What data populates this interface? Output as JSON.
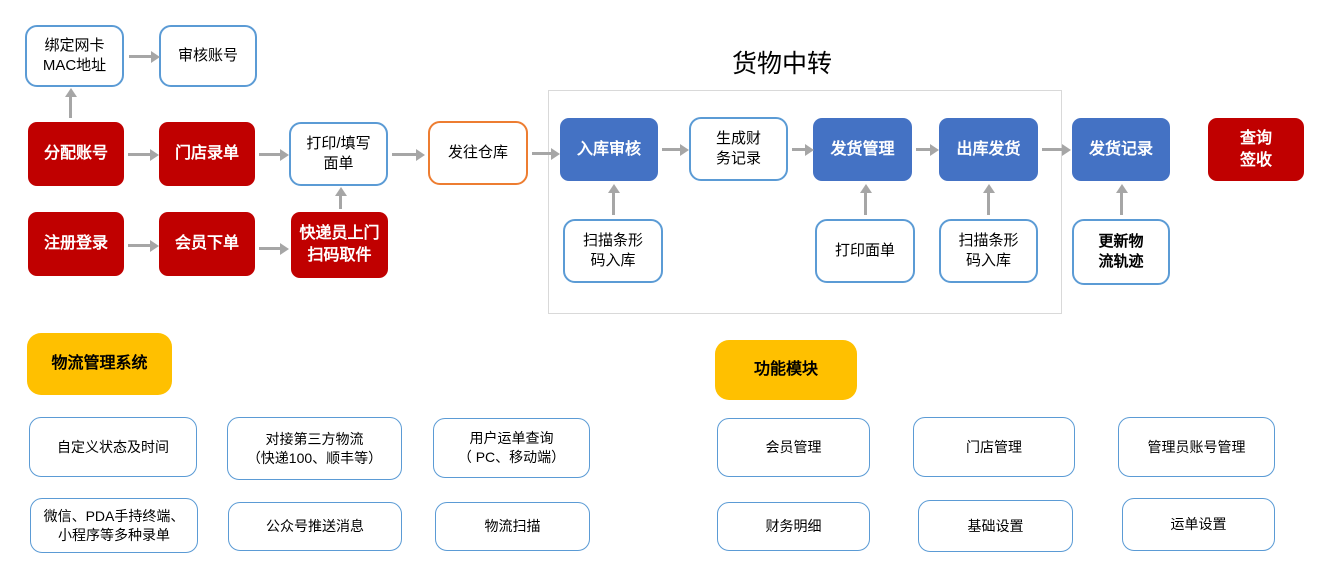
{
  "transfer_group": {
    "title": "货物中转"
  },
  "colors": {
    "red": "#c00000",
    "blue": "#4472c4",
    "yellow": "#ffc000",
    "blue_border": "#5b9bd5",
    "orange_border": "#ed7d31",
    "arrow_gray": "#a6a6a6",
    "group_border": "#d9d9d9"
  },
  "flow": {
    "bind_mac": "绑定网卡\nMAC地址",
    "review_account": "审核账号",
    "assign_account": "分配账号",
    "store_entry": "门店录单",
    "print_fill_sheet": "打印/填写\n面单",
    "send_warehouse": "发往仓库",
    "register_login": "注册登录",
    "member_order": "会员下单",
    "courier_pickup": "快递员上门\n扫码取件",
    "inbound_review": "入库审核",
    "gen_finance_record": "生成财\n务记录",
    "ship_mgmt": "发货管理",
    "outbound_ship": "出库发货",
    "ship_record": "发货记录",
    "scan_barcode_in_1": "扫描条形\n码入库",
    "print_sheet": "打印面单",
    "scan_barcode_in_2": "扫描条形\n码入库",
    "update_track": "更新物\n流轨迹",
    "query_sign": "查询\n签收"
  },
  "system_section": {
    "title": "物流管理系统",
    "items": [
      "自定义状态及时间",
      "对接第三方物流\n（快递100、顺丰等）",
      "用户运单查询\n（ PC、移动端）",
      "微信、PDA手持终端、\n小程序等多种录单",
      "公众号推送消息",
      "物流扫描"
    ]
  },
  "modules_section": {
    "title": "功能模块",
    "items": [
      "会员管理",
      "门店管理",
      "管理员账号管理",
      "财务明细",
      "基础设置",
      "运单设置"
    ]
  }
}
